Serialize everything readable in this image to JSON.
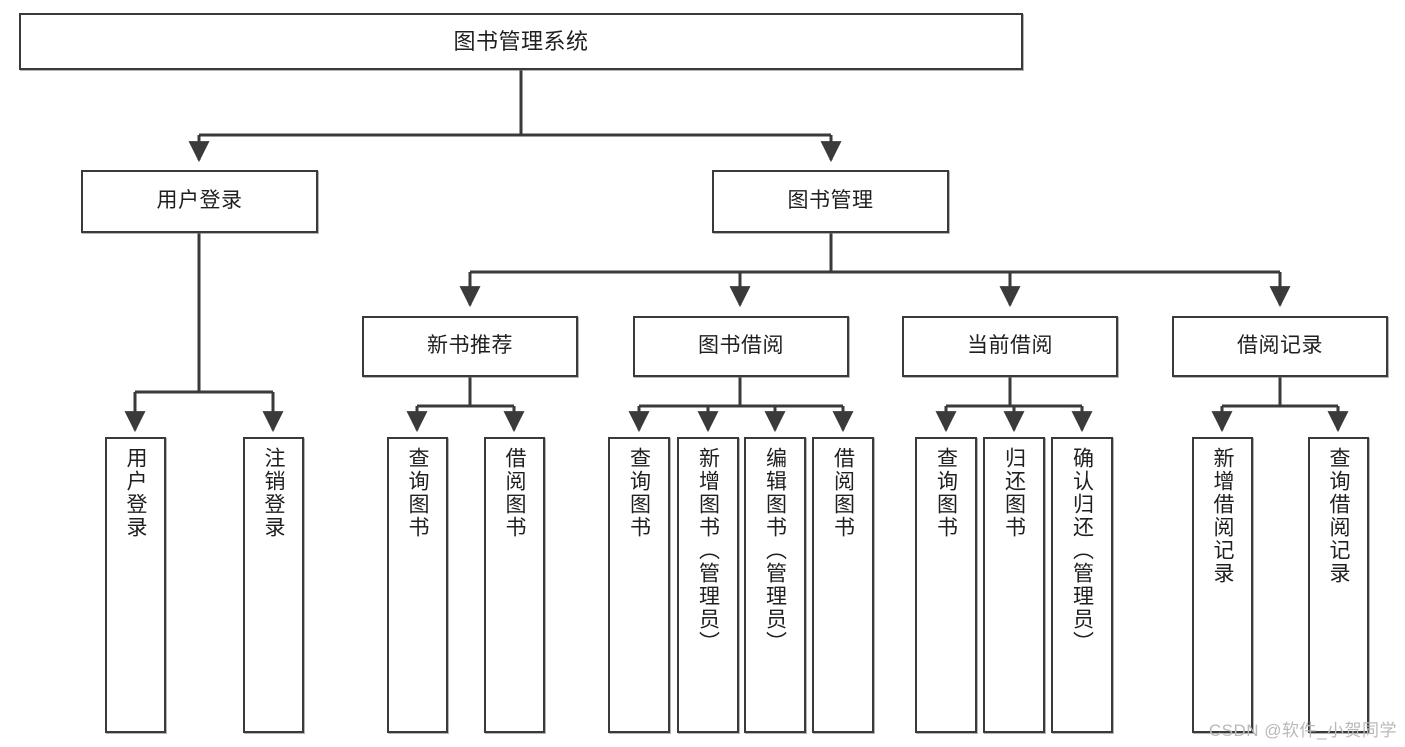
{
  "diagram": {
    "title": "图书管理系统",
    "watermark": "CSDN @软件_小贺同学",
    "colors": {
      "stroke": "#3a3a3a",
      "fill": "#ffffff",
      "text": "#1f1f1f",
      "watermark": "#b9b9b9"
    },
    "nodes": {
      "root": {
        "label": "图书管理系统"
      },
      "level2": [
        {
          "label": "用户登录"
        },
        {
          "label": "图书管理"
        }
      ],
      "level3": [
        {
          "label": "新书推荐"
        },
        {
          "label": "图书借阅"
        },
        {
          "label": "当前借阅"
        },
        {
          "label": "借阅记录"
        }
      ],
      "leaves": {
        "user_login": [
          {
            "label": "用户登录"
          },
          {
            "label": "注销登录"
          }
        ],
        "new_book": [
          {
            "label": "查询图书"
          },
          {
            "label": "借阅图书"
          }
        ],
        "book_borrow": [
          {
            "label": "查询图书"
          },
          {
            "label": "新增图书（管理员）"
          },
          {
            "label": "编辑图书（管理员）"
          },
          {
            "label": "借阅图书"
          }
        ],
        "current_borrow": [
          {
            "label": "查询图书"
          },
          {
            "label": "归还图书"
          },
          {
            "label": "确认归还（管理员）"
          }
        ],
        "borrow_record": [
          {
            "label": "新增借阅记录"
          },
          {
            "label": "查询借阅记录"
          }
        ]
      }
    }
  }
}
